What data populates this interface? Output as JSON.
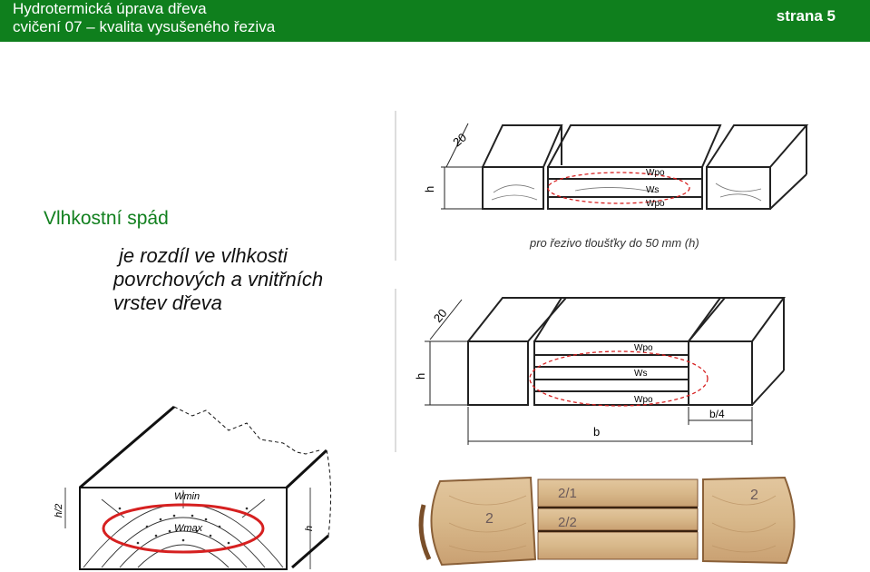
{
  "header": {
    "title": "Hydrotermická úprava dřeva",
    "subtitle": "cvičení 07 – kvalita vysušeného řeziva",
    "page": "strana 5"
  },
  "main": {
    "heading": "Vlhkostní spád",
    "text_lines": [
      "je rozdíl ve vlhkosti",
      "povrchových a vnitřních",
      "vrstev dřeva"
    ]
  },
  "figure_top": {
    "caption": "pro řezivo tloušťky do 50 mm (h)",
    "dim_20": "20",
    "dim_h": "h",
    "w_po_top": "Wpo",
    "w_s": "Ws",
    "w_po_bottom": "Wpo"
  },
  "figure_mid": {
    "dim_20": "20",
    "dim_h": "h",
    "w_po_top": "Wpo",
    "w_s": "Ws",
    "w_po_bottom": "Wpo",
    "dim_b": "b",
    "dim_b4": "b/4"
  },
  "figure_section": {
    "w_min": "Wmin",
    "w_max": "Wmax",
    "dim_h2": "h/2",
    "dim_h": "h"
  },
  "photo": {
    "label_left": "2",
    "label_top": "2/1",
    "label_mid": "2/2",
    "label_right": "2"
  },
  "colors": {
    "header_bg": "#0f7f1d",
    "heading": "#12801f",
    "highlight": "#d62020"
  }
}
